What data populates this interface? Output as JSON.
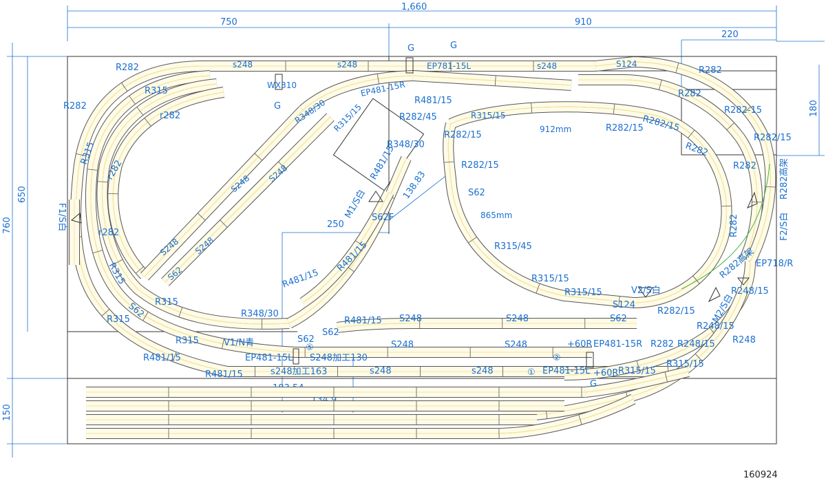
{
  "dimensions": {
    "total_width": "1,660",
    "left_width": "750",
    "right_width": "910",
    "corner_width": "220",
    "corner_height": "180",
    "total_height": "760",
    "upper_height": "650",
    "lower_height": "150",
    "inner_250": "250",
    "diag_138": "138.83",
    "len_183": "183.54",
    "len_134": "134.9"
  },
  "labels": {
    "g1": "G",
    "g2": "G",
    "g3": "G",
    "g4": "G",
    "r282_tl": "R282",
    "r315_tl": "R315",
    "r282_lt": "R282",
    "r282_in": "r282",
    "r315_left": "R315",
    "r282_in2": "r282",
    "r282_in3": "r282",
    "f1": "F1/S白",
    "r315_bl": "R315",
    "s62_bl": "S62",
    "r315_b1": "R315",
    "r315_b2": "R315",
    "r315_b3": "R315",
    "r481_b": "R481/15",
    "r481_b2": "R481/15",
    "s248_t1": "s248",
    "s248_t2": "s248",
    "wx310": "WX310",
    "ep781": "EP781-15L",
    "s248_t3": "s248",
    "s124_t": "S124",
    "ep481_r_top": "EP481-15R",
    "r481_top": "R481/15",
    "r348_30_a": "R348/30",
    "r315_15_a": "R315/15",
    "r282_45": "R282/45",
    "r315_15_b": "R315/15",
    "r282_15_a": "R282/15",
    "r348_30_b": "R348/30",
    "r481_15_d": "R481/15",
    "r282_15_b": "R282/15",
    "len_912": "912mm",
    "r282_15_c": "R282/15",
    "r282_15_d": "R282/15",
    "s248_d1": "S248",
    "s248_d2": "S248",
    "s248_d3": "S248",
    "s248_d4": "S248",
    "s62_d": "S62",
    "m1": "M1/S白",
    "s62f": "S62F",
    "s62_c": "S62",
    "len_865": "865mm",
    "r315_45": "R315/45",
    "r481_15_e": "R481/15",
    "r481_15_f": "R481/15",
    "r348_30_c": "R348/30",
    "r315_15_c": "R315/15",
    "r315_15_d": "R315/15",
    "s124_b": "S124",
    "v2": "V2/S白",
    "r282_15_e": "R282/15",
    "r282_tr": "R282",
    "r282_tr2": "R282",
    "r282_15_tr": "R282-15",
    "r282_tr3": "R282",
    "r282_15_tr2": "R282/15",
    "r282_tr4": "R282",
    "r282_ka": "R282高架",
    "f2": "F2/S白",
    "r282_r": "R282",
    "ep718": "EP718/R",
    "r282_ka2": "R282高架",
    "r248_15_a": "R248/15",
    "m2": "M2/S白",
    "r248_15_b": "R248/15",
    "r248_15_c": "R248/15",
    "r248_r": "R248",
    "r315_15_e": "R315/15",
    "r282_b": "R282",
    "v1": "V1/N青",
    "s62_e": "S62",
    "s62_f": "S62",
    "r481_15_g": "R481/15",
    "s248_e1": "S248",
    "s248_e2": "S248",
    "s62_g": "S62",
    "circle5": "⑤",
    "s248_e3": "S248",
    "s248_e4": "S248",
    "plus60r": "+60R",
    "ep481_15r": "EP481-15R",
    "ep481_15l": "EP481-15L",
    "s248_kako130": "S248加工130",
    "circle2": "②",
    "s248_kako163": "s248加工163",
    "s248_e5": "s248",
    "s248_e6": "s248",
    "circle1": "①",
    "ep481_15l_b": "EP481-15L",
    "plus60r_b": "+60R",
    "r315_15_f": "R315/15",
    "date": "160924"
  },
  "colors": {
    "label_blue": "#1a6fd1",
    "rail_yellow": "#e8dc7a",
    "bed_fill": "#fffbe8"
  }
}
